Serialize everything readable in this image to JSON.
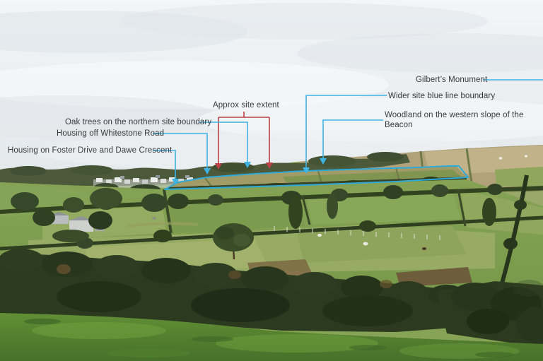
{
  "photo": {
    "subject": "Annotated landscape photograph of proposed development site"
  },
  "colors": {
    "annotation_cyan": "#3fb3e3",
    "annotation_red": "#bb4147",
    "boundary_cyan": "#2fa9d8",
    "label_text": "#3a3a3d"
  },
  "annotations": {
    "gilberts_monument": {
      "label": "Gilbert’s Monument"
    },
    "wider_site": {
      "label": "Wider site blue line boundary"
    },
    "woodland": {
      "label": "Woodland on the western slope of the Beacon"
    },
    "approx_site_extent": {
      "label": "Approx site extent"
    },
    "oak_trees": {
      "label": "Oak trees on the northern site boundary"
    },
    "housing_whitestone": {
      "label": "Housing off Whitestone Road"
    },
    "housing_foster": {
      "label": "Housing on Foster Drive and Dawe Crescent"
    }
  }
}
